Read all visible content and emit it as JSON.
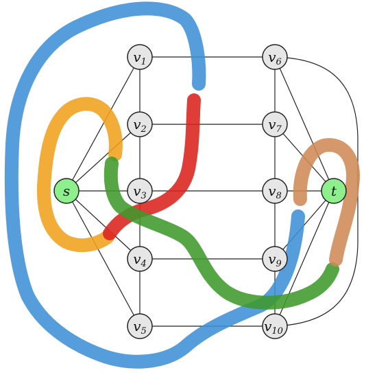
{
  "graph": {
    "nodes": [
      {
        "id": "s",
        "base": "s",
        "sub": "",
        "terminal": true
      },
      {
        "id": "t",
        "base": "t",
        "sub": "",
        "terminal": true
      },
      {
        "id": "v1",
        "base": "v",
        "sub": "1",
        "terminal": false
      },
      {
        "id": "v2",
        "base": "v",
        "sub": "2",
        "terminal": false
      },
      {
        "id": "v3",
        "base": "v",
        "sub": "3",
        "terminal": false
      },
      {
        "id": "v4",
        "base": "v",
        "sub": "4",
        "terminal": false
      },
      {
        "id": "v5",
        "base": "v",
        "sub": "5",
        "terminal": false
      },
      {
        "id": "v6",
        "base": "v",
        "sub": "6",
        "terminal": false
      },
      {
        "id": "v7",
        "base": "v",
        "sub": "7",
        "terminal": false
      },
      {
        "id": "v8",
        "base": "v",
        "sub": "8",
        "terminal": false
      },
      {
        "id": "v9",
        "base": "v",
        "sub": "9",
        "terminal": false
      },
      {
        "id": "v10",
        "base": "v",
        "sub": "10",
        "terminal": false
      }
    ],
    "edges": [
      [
        "s",
        "v1"
      ],
      [
        "s",
        "v2"
      ],
      [
        "s",
        "v3"
      ],
      [
        "s",
        "v4"
      ],
      [
        "s",
        "v5"
      ],
      [
        "v1",
        "v2"
      ],
      [
        "v2",
        "v3"
      ],
      [
        "v3",
        "v4"
      ],
      [
        "v4",
        "v5"
      ],
      [
        "v6",
        "v7"
      ],
      [
        "v7",
        "v8"
      ],
      [
        "v8",
        "v9"
      ],
      [
        "v9",
        "v10"
      ],
      [
        "v1",
        "v6"
      ],
      [
        "v2",
        "v7"
      ],
      [
        "v3",
        "v8"
      ],
      [
        "v4",
        "v9"
      ],
      [
        "v5",
        "v10"
      ],
      [
        "v6",
        "t"
      ],
      [
        "v7",
        "t"
      ],
      [
        "v8",
        "t"
      ],
      [
        "v9",
        "t"
      ],
      [
        "v10",
        "t"
      ],
      [
        "v6",
        "v10"
      ]
    ],
    "paths": [
      {
        "name": "blue",
        "color": "#3d8fd6"
      },
      {
        "name": "orange",
        "color": "#f0a21e"
      },
      {
        "name": "red",
        "color": "#d9221c"
      },
      {
        "name": "green",
        "color": "#3f9a2c"
      },
      {
        "name": "brown",
        "color": "#cf8a55"
      }
    ]
  },
  "colors": {
    "terminal_fill": "#8ef08c",
    "node_fill": "#e6e6e6"
  }
}
